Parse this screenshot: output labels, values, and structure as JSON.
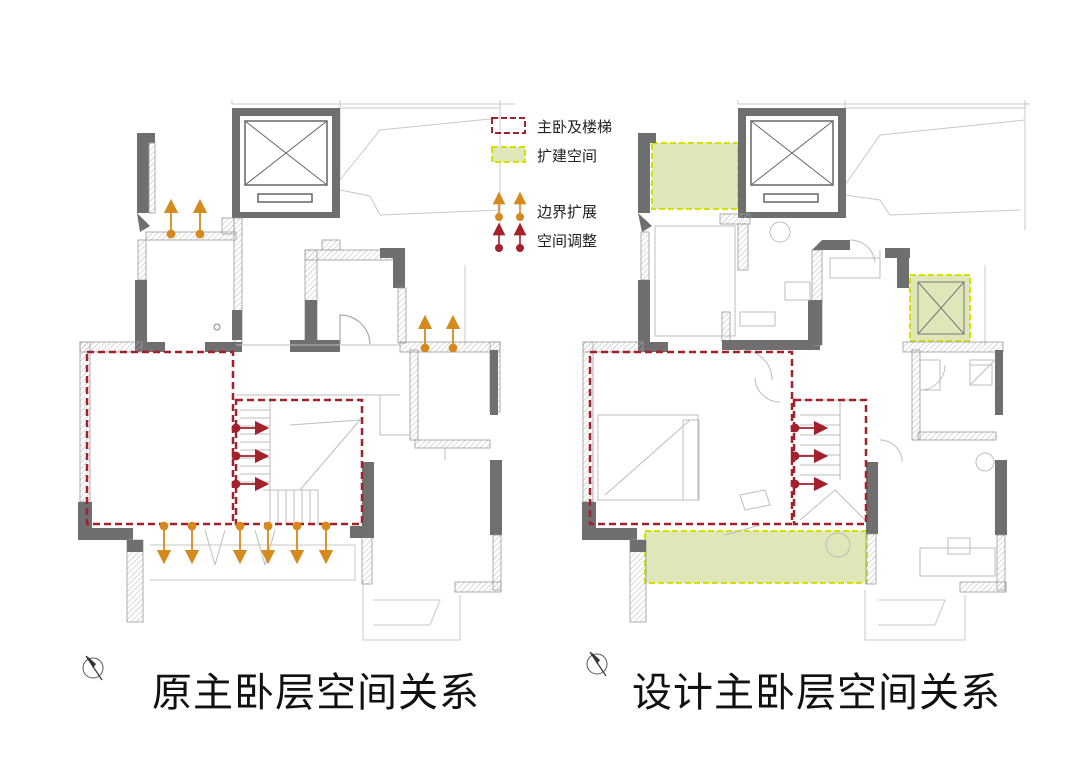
{
  "legend": {
    "master_stair": "主卧及楼梯",
    "extension": "扩建空间",
    "boundary_expand": "边界扩展",
    "space_adjust": "空间调整"
  },
  "titles": {
    "left": "原主卧层空间关系",
    "right": "设计主卧层空间关系"
  },
  "colors": {
    "wall": "#6f6f6f",
    "line": "#9a9a9a",
    "red_dash": "#a3212a",
    "yellow_dash": "#d8e000",
    "yellow_fill": "#dfe6b8",
    "orange_arrow": "#d48a1c",
    "red_arrow": "#a3212a"
  }
}
